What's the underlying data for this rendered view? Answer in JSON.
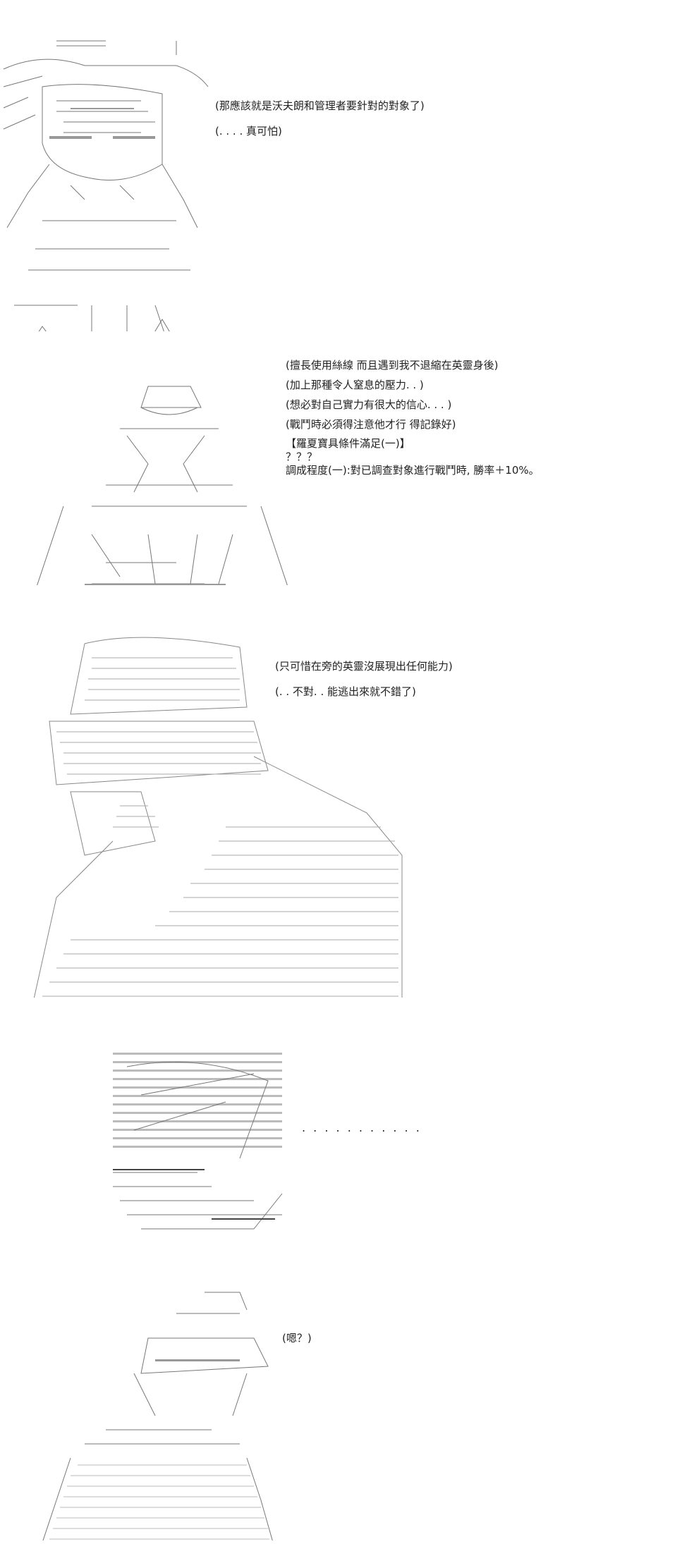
{
  "panels": [
    {
      "lines": [
        "(那應該就是沃夫朗和管理者要針對的對象了)",
        "(. . . . 真可怕)"
      ]
    },
    {
      "lines": [
        "(擅長使用絲線  而且遇到我不退縮在英靈身後)",
        "(加上那種令人窒息的壓力. . )",
        "(想必對自己實力有很大的信心. . . )",
        "(戰鬥時必須得注意他才行  得記錄好)"
      ],
      "stats": {
        "header": "【羅夏寶具條件滿足(一)】",
        "unknown": "？？？",
        "effect": "調成程度(一):對已調查對象進行戰鬥時, 勝率＋10%。"
      }
    },
    {
      "lines": [
        "(只可惜在旁的英靈沒展現出任何能力)",
        "(. . 不對. . 能逃出來就不錯了)"
      ]
    },
    {
      "lines": [
        ". . . . . . . . . . ."
      ]
    },
    {
      "lines": [
        "(嗯？)"
      ]
    }
  ]
}
